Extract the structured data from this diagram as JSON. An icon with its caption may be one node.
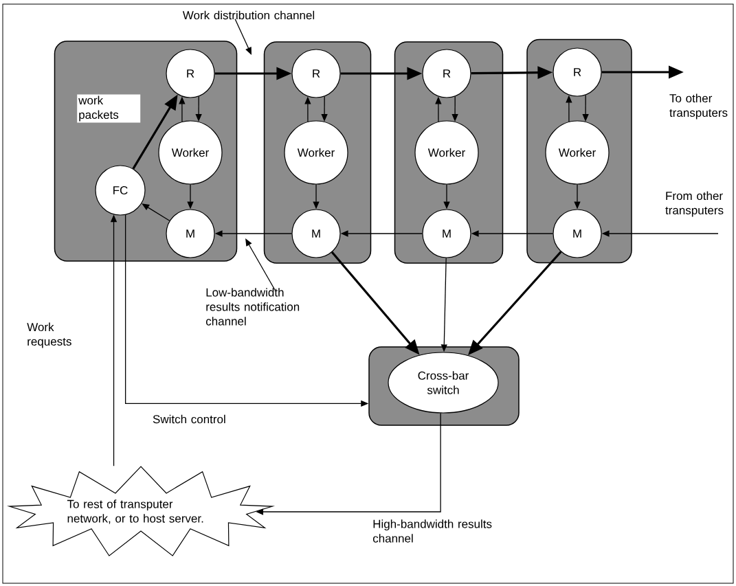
{
  "diagram": {
    "nodes": [
      {
        "text": [],
        "shape": "box"
      },
      {
        "text": [
          "R"
        ],
        "in": 0
      },
      {
        "text": [
          "Worker"
        ],
        "in": 0
      },
      {
        "text": [
          "M"
        ],
        "in": 0
      },
      {
        "text": [
          "FC"
        ],
        "in": 0
      },
      {
        "text": [],
        "shape": "box"
      },
      {
        "text": [
          "R"
        ],
        "in": 5
      },
      {
        "text": [
          "Worker"
        ],
        "in": 5
      },
      {
        "text": [
          "M"
        ],
        "in": 5
      },
      {
        "text": [],
        "shape": "box"
      },
      {
        "text": [
          "R"
        ],
        "in": 9
      },
      {
        "text": [
          "Worker"
        ],
        "in": 9
      },
      {
        "text": [
          "M"
        ],
        "in": 9
      },
      {
        "text": [],
        "shape": "box"
      },
      {
        "text": [
          "R"
        ],
        "in": 13
      },
      {
        "text": [
          "Worker"
        ],
        "in": 13
      },
      {
        "text": [
          "M"
        ],
        "in": 13
      },
      {
        "text": [],
        "shape": "box"
      },
      {
        "text": [
          "Cross-bar switch"
        ],
        "in": 17
      },
      {
        "text": [
          "To rest of transputer network, or to host server."
        ]
      },
      {
        "text": [
          "Work distribution channel"
        ]
      },
      {
        "text": [
          "Low-bandwidth results notification channel"
        ]
      }
    ],
    "edges": [
      {
        "from": 1,
        "to": 6,
        "arrow": "to",
        "style": "thick"
      },
      {
        "from": 6,
        "to": 10,
        "arrow": "to",
        "style": "thick"
      },
      {
        "from": 10,
        "to": 14,
        "arrow": "to",
        "style": "thick"
      },
      {
        "from": 14,
        "to": null,
        "arrow": "to",
        "style": "thick"
      },
      {
        "from": 2,
        "to": 1,
        "arrow": "to"
      },
      {
        "from": 1,
        "to": 2,
        "arrow": "to"
      },
      {
        "from": 2,
        "to": 3,
        "arrow": "to"
      },
      {
        "from": 7,
        "to": 6,
        "arrow": "to"
      },
      {
        "from": 6,
        "to": 7,
        "arrow": "to"
      },
      {
        "from": 7,
        "to": 8,
        "arrow": "to"
      },
      {
        "from": 11,
        "to": 10,
        "arrow": "to"
      },
      {
        "from": 10,
        "to": 11,
        "arrow": "to"
      },
      {
        "from": 11,
        "to": 12,
        "arrow": "to"
      },
      {
        "from": 15,
        "to": 14,
        "arrow": "to"
      },
      {
        "from": 14,
        "to": 15,
        "arrow": "to"
      },
      {
        "from": 15,
        "to": 16,
        "arrow": "to"
      },
      {
        "from": 8,
        "to": 3,
        "arrow": "to"
      },
      {
        "from": 12,
        "to": 8,
        "arrow": "to"
      },
      {
        "from": 16,
        "to": 12,
        "arrow": "to"
      },
      {
        "from": null,
        "to": 16,
        "arrow": "to"
      },
      {
        "from": 3,
        "to": 4,
        "arrow": "to"
      },
      {
        "from": 4,
        "to": 1,
        "arrow": "to",
        "style": "thick",
        "label": "work packets"
      },
      {
        "from": 19,
        "to": 4,
        "arrow": "to",
        "label": "Work requests"
      },
      {
        "from": 4,
        "to": 17,
        "arrow": "to",
        "label": "Switch control"
      },
      {
        "from": 8,
        "to": 18,
        "arrow": "to",
        "style": "thick"
      },
      {
        "from": 12,
        "to": 18,
        "arrow": "to"
      },
      {
        "from": 16,
        "to": 18,
        "arrow": "to",
        "style": "thick"
      },
      {
        "from": 18,
        "to": 19,
        "arrow": "to",
        "label": "High-bandwidth results channel"
      },
      {
        "from": 20,
        "to": null,
        "arrow": "to"
      },
      {
        "from": 21,
        "to": null,
        "arrow": "to"
      }
    ],
    "labels": [
      "To other transputers",
      "From other transputers"
    ]
  }
}
